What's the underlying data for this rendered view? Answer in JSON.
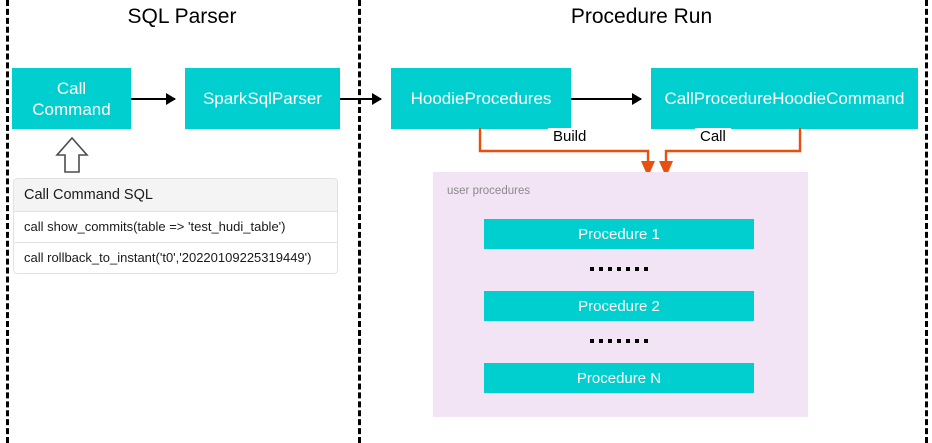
{
  "sections": {
    "left_title": "SQL Parser",
    "right_title": "Procedure Run"
  },
  "flow_boxes": {
    "call_command": "Call\nCommand",
    "call_command_line1": "Call",
    "call_command_line2": "Command",
    "spark_sql_parser": "SparkSqlParser",
    "hoodie_procedures": "HoodieProcedures",
    "call_procedure_hoodie_command": "CallProcedureHoodieCommand"
  },
  "connectors": {
    "build_label": "Build",
    "call_label": "Call"
  },
  "sql_card": {
    "header": "Call Command SQL",
    "rows": [
      "call show_commits(table => 'test_hudi_table')",
      "call rollback_to_instant('t0','20220109225319449')"
    ]
  },
  "procedures_panel": {
    "title": "user procedures",
    "items": [
      "Procedure 1",
      "Procedure 2",
      "Procedure N"
    ],
    "ellipsis_dot_count": 7
  },
  "colors": {
    "box_teal": "#01CFCF",
    "panel_pink": "#F2E4F4",
    "connector_orange": "#E8500F",
    "divider_black": "#000000",
    "panel_title_gray": "#8a8a8a",
    "card_header_bg": "#f4f4f4"
  }
}
